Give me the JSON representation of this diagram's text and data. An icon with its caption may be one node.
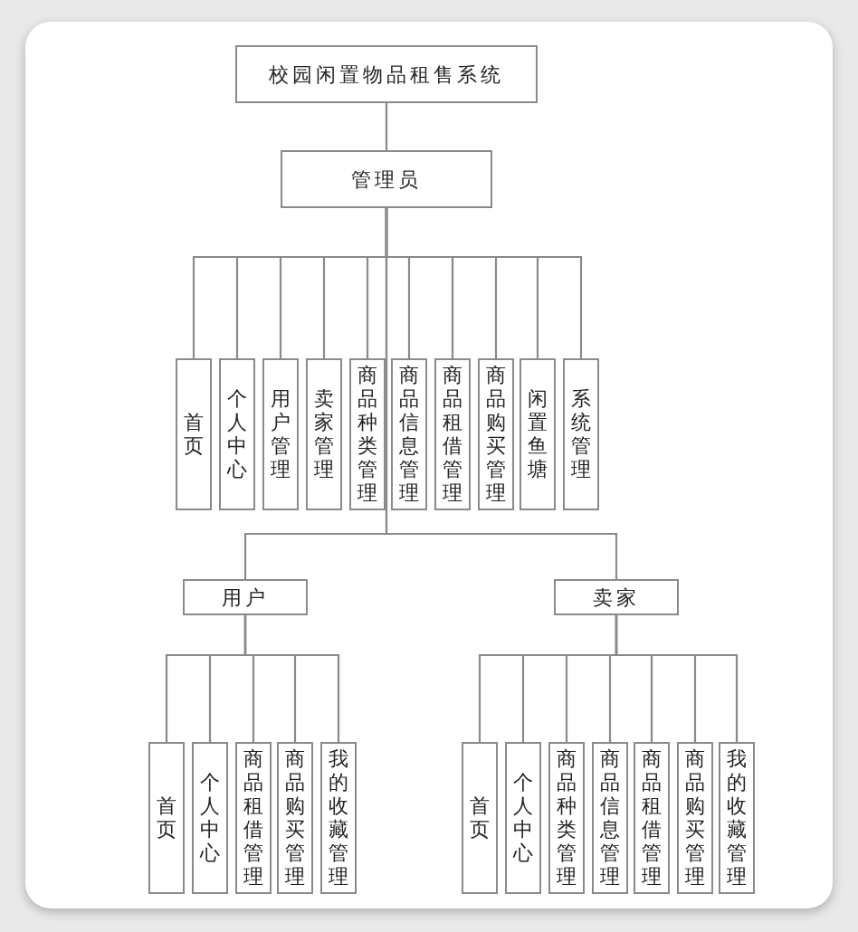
{
  "diagram": {
    "nodes": [
      {
        "text": [
          "校园闲置物品租售系统"
        ]
      },
      {
        "text": [
          "管理员"
        ]
      },
      {
        "text": [
          "首页"
        ]
      },
      {
        "text": [
          "个人中心"
        ]
      },
      {
        "text": [
          "用户管理"
        ]
      },
      {
        "text": [
          "卖家管理"
        ]
      },
      {
        "text": [
          "商品种类管理"
        ]
      },
      {
        "text": [
          "商品信息管理"
        ]
      },
      {
        "text": [
          "商品租借管理"
        ]
      },
      {
        "text": [
          "商品购买管理"
        ]
      },
      {
        "text": [
          "闲置鱼塘"
        ]
      },
      {
        "text": [
          "系统管理"
        ]
      },
      {
        "text": [
          "用户"
        ]
      },
      {
        "text": [
          "卖家"
        ]
      },
      {
        "text": [
          "首页"
        ]
      },
      {
        "text": [
          "个人中心"
        ]
      },
      {
        "text": [
          "商品租借管理"
        ]
      },
      {
        "text": [
          "商品购买管理"
        ]
      },
      {
        "text": [
          "我的收藏管理"
        ]
      },
      {
        "text": [
          "首页"
        ]
      },
      {
        "text": [
          "个人中心"
        ]
      },
      {
        "text": [
          "商品种类管理"
        ]
      },
      {
        "text": [
          "商品信息管理"
        ]
      },
      {
        "text": [
          "商品租借管理"
        ]
      },
      {
        "text": [
          "商品购买管理"
        ]
      },
      {
        "text": [
          "我的收藏管理"
        ]
      }
    ],
    "edges": [
      {
        "from": 0,
        "to": 1,
        "arrow": "none"
      },
      {
        "from": 1,
        "to": 2,
        "arrow": "none"
      },
      {
        "from": 1,
        "to": 3,
        "arrow": "none"
      },
      {
        "from": 1,
        "to": 4,
        "arrow": "none"
      },
      {
        "from": 1,
        "to": 5,
        "arrow": "none"
      },
      {
        "from": 1,
        "to": 6,
        "arrow": "none"
      },
      {
        "from": 1,
        "to": 7,
        "arrow": "none"
      },
      {
        "from": 1,
        "to": 8,
        "arrow": "none"
      },
      {
        "from": 1,
        "to": 9,
        "arrow": "none"
      },
      {
        "from": 1,
        "to": 10,
        "arrow": "none"
      },
      {
        "from": 1,
        "to": 11,
        "arrow": "none"
      },
      {
        "from": 1,
        "to": 12,
        "arrow": "none"
      },
      {
        "from": 1,
        "to": 13,
        "arrow": "none"
      },
      {
        "from": 12,
        "to": 14,
        "arrow": "none"
      },
      {
        "from": 12,
        "to": 15,
        "arrow": "none"
      },
      {
        "from": 12,
        "to": 16,
        "arrow": "none"
      },
      {
        "from": 12,
        "to": 17,
        "arrow": "none"
      },
      {
        "from": 12,
        "to": 18,
        "arrow": "none"
      },
      {
        "from": 13,
        "to": 19,
        "arrow": "none"
      },
      {
        "from": 13,
        "to": 20,
        "arrow": "none"
      },
      {
        "from": 13,
        "to": 21,
        "arrow": "none"
      },
      {
        "from": 13,
        "to": 22,
        "arrow": "none"
      },
      {
        "from": 13,
        "to": 23,
        "arrow": "none"
      },
      {
        "from": 13,
        "to": 24,
        "arrow": "none"
      },
      {
        "from": 13,
        "to": 25,
        "arrow": "none"
      }
    ]
  }
}
